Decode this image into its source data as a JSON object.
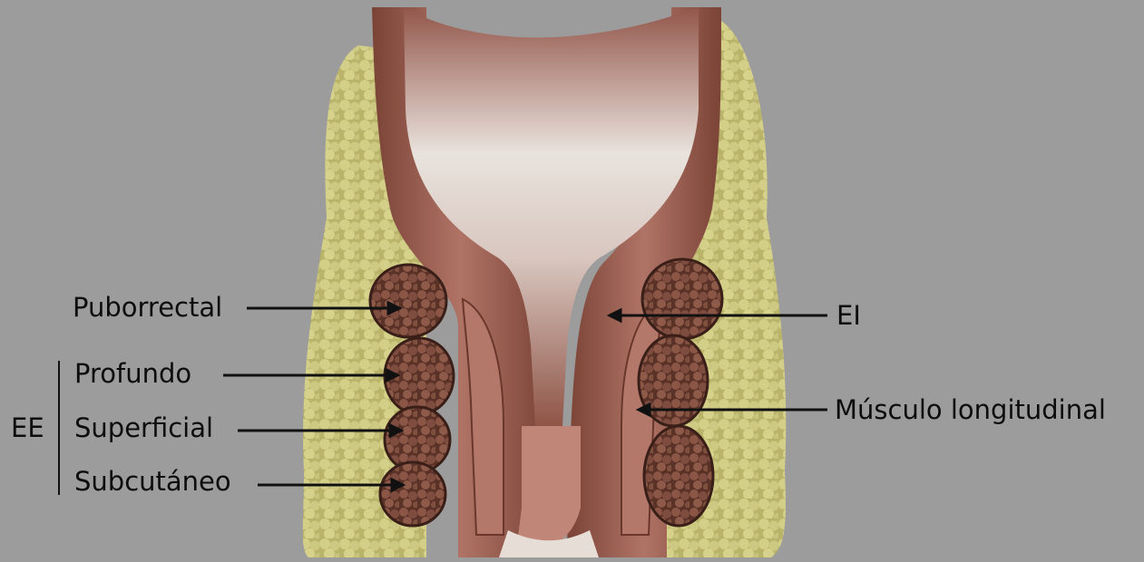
{
  "labels": {
    "puborrectal": "Puborrectal",
    "profundo": "Profundo",
    "superficial": "Superficial",
    "subcutaneo": "Subcutáneo",
    "ee": "EE",
    "ei": "EI",
    "musculo_longitudinal": "Músculo longitudinal"
  },
  "colors": {
    "background": "#9c9c9c",
    "fat": "#c9c47a",
    "muscle": "#8a4e3f",
    "lumen": "#e8e2dc",
    "leader": "#111111"
  }
}
